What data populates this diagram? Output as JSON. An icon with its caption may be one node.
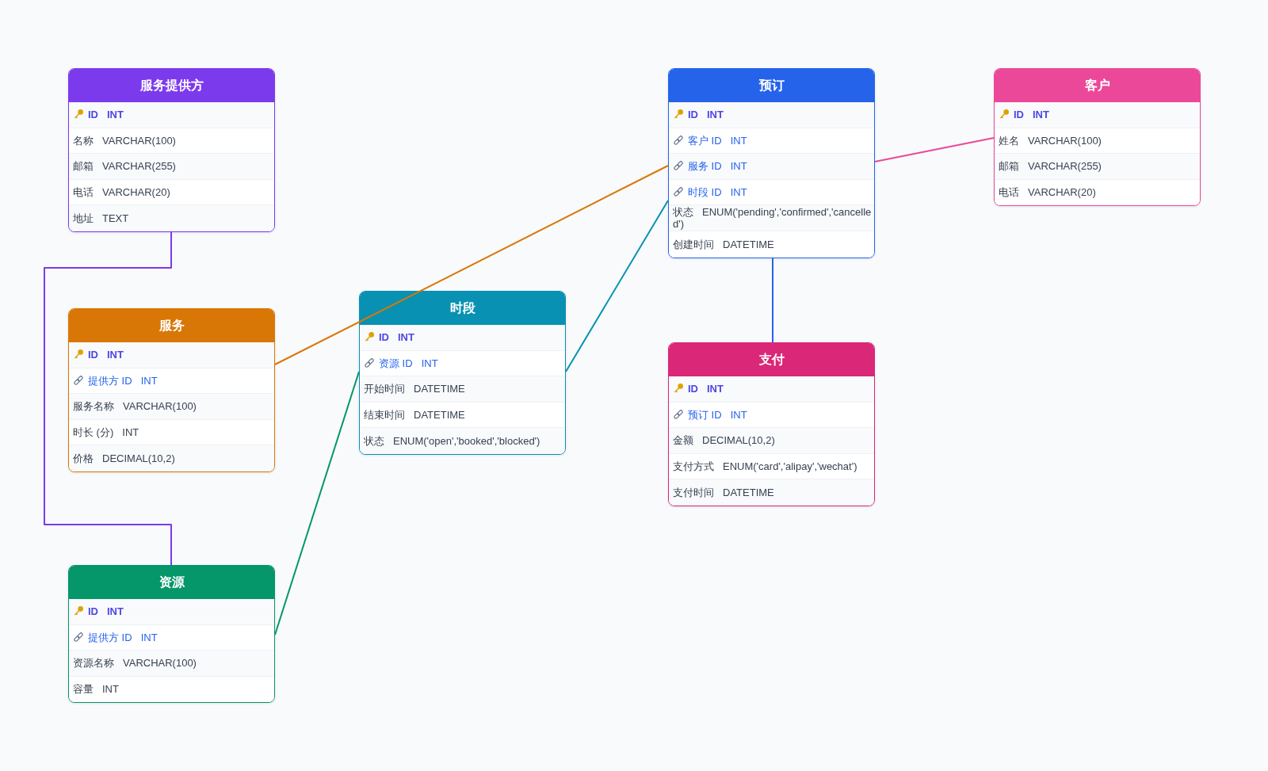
{
  "diagram": {
    "nodes": [
      {
        "text": [
          "服务提供方"
        ]
      },
      {
        "text": [
          "ID",
          "INT"
        ],
        "in": 0
      },
      {
        "text": [
          "名称",
          "VARCHAR(100)"
        ],
        "in": 0
      },
      {
        "text": [
          "邮箱",
          "VARCHAR(255)"
        ],
        "in": 0
      },
      {
        "text": [
          "电话",
          "VARCHAR(20)"
        ],
        "in": 0
      },
      {
        "text": [
          "地址",
          "TEXT"
        ],
        "in": 0
      },
      {
        "text": [
          "预订"
        ]
      },
      {
        "text": [
          "ID",
          "INT"
        ],
        "in": 6
      },
      {
        "text": [
          "客户 ID",
          "INT"
        ],
        "in": 6
      },
      {
        "text": [
          "服务 ID",
          "INT"
        ],
        "in": 6
      },
      {
        "text": [
          "时段 ID",
          "INT"
        ],
        "in": 6
      },
      {
        "text": [
          "状态",
          "ENUM('pending','confirmed','cancelled')"
        ],
        "in": 6
      },
      {
        "text": [
          "创建时间",
          "DATETIME"
        ],
        "in": 6
      },
      {
        "text": [
          "客户"
        ]
      },
      {
        "text": [
          "ID",
          "INT"
        ],
        "in": 13
      },
      {
        "text": [
          "姓名",
          "VARCHAR(100)"
        ],
        "in": 13
      },
      {
        "text": [
          "邮箱",
          "VARCHAR(255)"
        ],
        "in": 13
      },
      {
        "text": [
          "电话",
          "VARCHAR(20)"
        ],
        "in": 13
      },
      {
        "text": [
          "时段"
        ]
      },
      {
        "text": [
          "ID",
          "INT"
        ],
        "in": 18
      },
      {
        "text": [
          "资源 ID",
          "INT"
        ],
        "in": 18
      },
      {
        "text": [
          "开始时间",
          "DATETIME"
        ],
        "in": 18
      },
      {
        "text": [
          "结束时间",
          "DATETIME"
        ],
        "in": 18
      },
      {
        "text": [
          "状态",
          "ENUM('open','booked','blocked')"
        ],
        "in": 18
      },
      {
        "text": [
          "服务"
        ]
      },
      {
        "text": [
          "ID",
          "INT"
        ],
        "in": 24
      },
      {
        "text": [
          "提供方 ID",
          "INT"
        ],
        "in": 24
      },
      {
        "text": [
          "服务名称",
          "VARCHAR(100)"
        ],
        "in": 24
      },
      {
        "text": [
          "时长 (分)",
          "INT"
        ],
        "in": 24
      },
      {
        "text": [
          "价格",
          "DECIMAL(10,2)"
        ],
        "in": 24
      },
      {
        "text": [
          "支付"
        ]
      },
      {
        "text": [
          "ID",
          "INT"
        ],
        "in": 30
      },
      {
        "text": [
          "预订 ID",
          "INT"
        ],
        "in": 30
      },
      {
        "text": [
          "金额",
          "DECIMAL(10,2)"
        ],
        "in": 30
      },
      {
        "text": [
          "支付方式",
          "ENUM('card','alipay','wechat')"
        ],
        "in": 30
      },
      {
        "text": [
          "支付时间",
          "DATETIME"
        ],
        "in": 30
      },
      {
        "text": [
          "资源"
        ]
      },
      {
        "text": [
          "ID",
          "INT"
        ],
        "in": 36
      },
      {
        "text": [
          "提供方 ID",
          "INT"
        ],
        "in": 36
      },
      {
        "text": [
          "资源名称",
          "VARCHAR(100)"
        ],
        "in": 36
      },
      {
        "text": [
          "容量",
          "INT"
        ],
        "in": 36
      }
    ],
    "edges": [
      {
        "from": 0,
        "to": 36,
        "arrow": "none",
        "color": "#7c3aed"
      },
      {
        "from": 24,
        "to": 6,
        "arrow": "none",
        "color": "#d97706"
      },
      {
        "from": 36,
        "to": 18,
        "arrow": "none",
        "color": "#059669"
      },
      {
        "from": 18,
        "to": 6,
        "arrow": "none",
        "color": "#0891b2"
      },
      {
        "from": 13,
        "to": 6,
        "arrow": "none",
        "color": "#ec4899"
      },
      {
        "from": 6,
        "to": 30,
        "arrow": "none",
        "color": "#2563eb"
      }
    ]
  }
}
